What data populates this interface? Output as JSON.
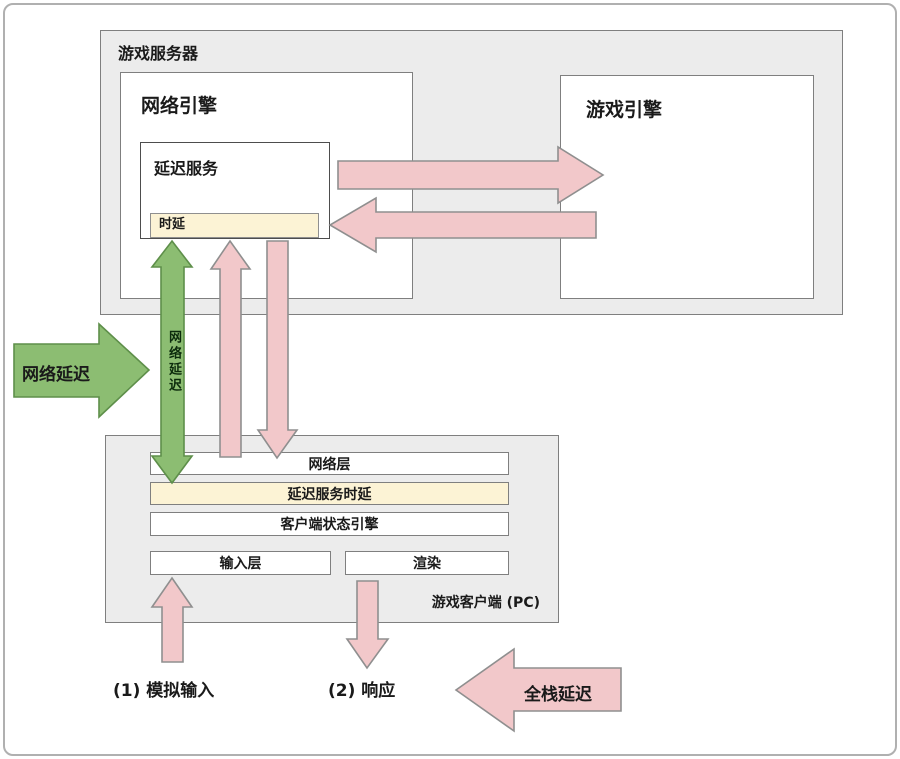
{
  "server": {
    "title": "游戏服务器",
    "network_engine": {
      "title": "网络引擎",
      "delay_service": {
        "title": "延迟服务",
        "latency_chip": "时延"
      }
    },
    "game_engine": {
      "title": "游戏引擎"
    }
  },
  "client": {
    "title": "游戏客户端 (PC)",
    "layers": {
      "network": "网络层",
      "delay_service_latency": "延迟服务时延",
      "state_engine": "客户端状态引擎",
      "input": "输入层",
      "render": "渲染"
    }
  },
  "arrows": {
    "network_latency_big": "网络延迟",
    "network_latency_vertical": "网络延迟",
    "full_stack_latency": "全栈延迟"
  },
  "annotations": {
    "simulated_input": "(1) 模拟输入",
    "response": "(2) 响应"
  },
  "colors": {
    "box_gray": "#ececec",
    "box_border": "#7f7f7f",
    "highlight_yellow": "#fcf3d5",
    "arrow_pink": "#f2c8ca",
    "arrow_pink_border": "#8f8f8f",
    "arrow_green": "#8cbd72",
    "arrow_green_border": "#5e8f4a"
  }
}
